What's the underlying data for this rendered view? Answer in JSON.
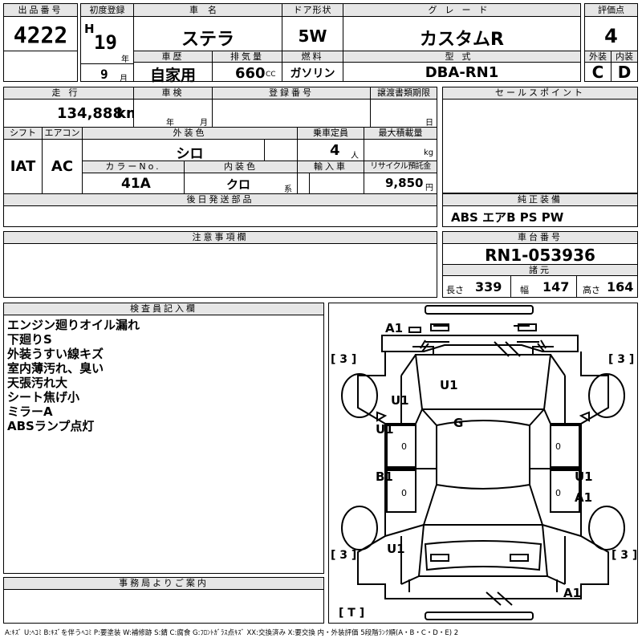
{
  "lot": {
    "label": "出品番号",
    "value": "4222"
  },
  "first_reg": {
    "label": "初度登録",
    "era": "H",
    "year": "19",
    "year_unit": "年",
    "month": "9",
    "month_unit": "月"
  },
  "car_name": {
    "label": "車名",
    "value": "ステラ"
  },
  "doors": {
    "label": "ドア形状",
    "value": "5W"
  },
  "grade": {
    "label": "グレード",
    "value": "カスタムR"
  },
  "score": {
    "label": "評価点",
    "value": "4"
  },
  "history": {
    "label": "車歴",
    "value": "自家用"
  },
  "displacement": {
    "label": "排気量",
    "value": "660",
    "unit": "CC"
  },
  "fuel": {
    "label": "燃料",
    "value": "ガソリン"
  },
  "model": {
    "label": "型式",
    "value": "DBA-RN1"
  },
  "exterior_grade": {
    "label": "外装",
    "value": "C"
  },
  "interior_grade": {
    "label": "内装",
    "value": "D"
  },
  "mileage": {
    "label": "走行",
    "value": "134,888",
    "unit": "km"
  },
  "inspection": {
    "label": "車検",
    "year_unit": "年",
    "month_unit": "月"
  },
  "registration": {
    "label": "登録番号"
  },
  "transfer_deadline": {
    "label": "譲渡書類期限",
    "day_unit": "日"
  },
  "shift": {
    "label": "シフト",
    "value": "IAT"
  },
  "aircon": {
    "label": "エアコン",
    "value": "AC"
  },
  "ext_color": {
    "label": "外装色",
    "value": "シロ"
  },
  "capacity": {
    "label": "乗車定員",
    "value": "4",
    "unit": "人"
  },
  "max_load": {
    "label": "最大積載量",
    "unit": "kg"
  },
  "color_no": {
    "label": "カラーNo.",
    "value": "41A"
  },
  "int_color": {
    "label": "内装色",
    "value": "クロ",
    "unit": "系"
  },
  "import": {
    "label": "輸入車"
  },
  "recycle": {
    "label": "リサイクル預託金",
    "value": "9,850",
    "unit": "円"
  },
  "later_parts": {
    "label": "後日発送部品"
  },
  "sales_point": {
    "label": "セールスポイント"
  },
  "equipment": {
    "label": "純正装備",
    "value": "ABS エアB PS PW"
  },
  "caution": {
    "label": "注意事項欄"
  },
  "chassis": {
    "label": "車台番号",
    "value": "RN1-053936"
  },
  "specs": {
    "label": "諸元",
    "length_label": "長さ",
    "length": "339",
    "width_label": "幅",
    "width": "147",
    "height_label": "高さ",
    "height": "164"
  },
  "inspector": {
    "label": "検査員記入欄",
    "notes": [
      "エンジン廻りオイル漏れ",
      "下廻りS",
      "外装うすい線キズ",
      "室内薄汚れ、臭い",
      "天張汚れ大",
      "シート焦げ小",
      "ミラーA",
      "ABSランプ点灯"
    ]
  },
  "office": {
    "label": "事務局よりご案内"
  },
  "diagram": {
    "marks": {
      "front_bumper": "A1",
      "hood": "U1",
      "left_front_fender": "U1",
      "roof": "G",
      "left_front_door": "U1",
      "left_rear_door": "B1",
      "right_rear_door": "U1",
      "right_rear_door2": "A1",
      "left_rear_fender": "U1",
      "rear_bumper": "A1",
      "door_zero_1": "0",
      "door_zero_2": "0",
      "door_zero_3": "0",
      "door_zero_4": "0"
    },
    "tires": {
      "front_left": "3",
      "front_right": "3",
      "rear_left": "3",
      "rear_right": "3",
      "spare": "T"
    }
  },
  "legend": "A:ｷｽﾞ U:ﾍｺﾐ B:ｷｽﾞを伴うﾍｺﾐ P:要塗装 W:補修跡 S:錆 C:腐食 G:ﾌﾛﾝﾄｶﾞﾗｽ点ｷｽﾞ XX:交換済み X:要交換  内・外装評価 5段階ﾗﾝｸ順(A・B・C・D・E) 2"
}
